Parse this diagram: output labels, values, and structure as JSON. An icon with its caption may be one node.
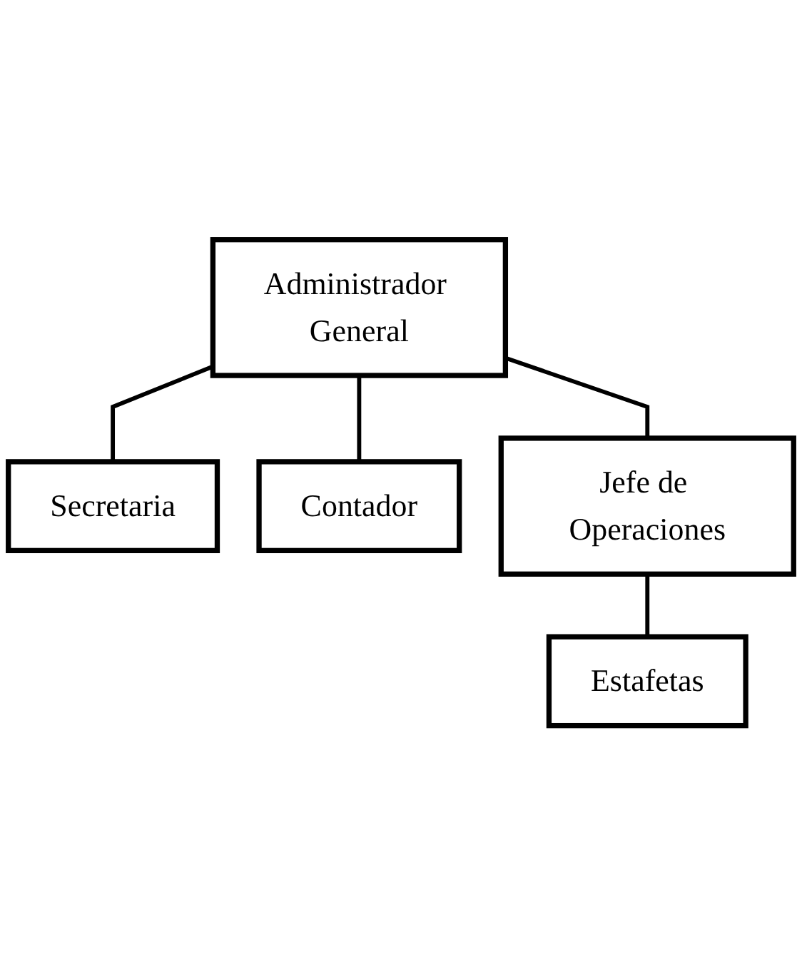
{
  "diagram": {
    "nodes": [
      {
        "text": [
          "Administrador General"
        ]
      },
      {
        "text": [
          "Secretaria"
        ]
      },
      {
        "text": [
          "Contador"
        ]
      },
      {
        "text": [
          "Jefe de Operaciones"
        ]
      },
      {
        "text": [
          "Estafetas"
        ]
      }
    ],
    "edges": [
      {
        "from": 0,
        "to": 1,
        "arrow": "none"
      },
      {
        "from": 0,
        "to": 2,
        "arrow": "none"
      },
      {
        "from": 0,
        "to": 3,
        "arrow": "none"
      },
      {
        "from": 3,
        "to": 4,
        "arrow": "none"
      }
    ]
  }
}
